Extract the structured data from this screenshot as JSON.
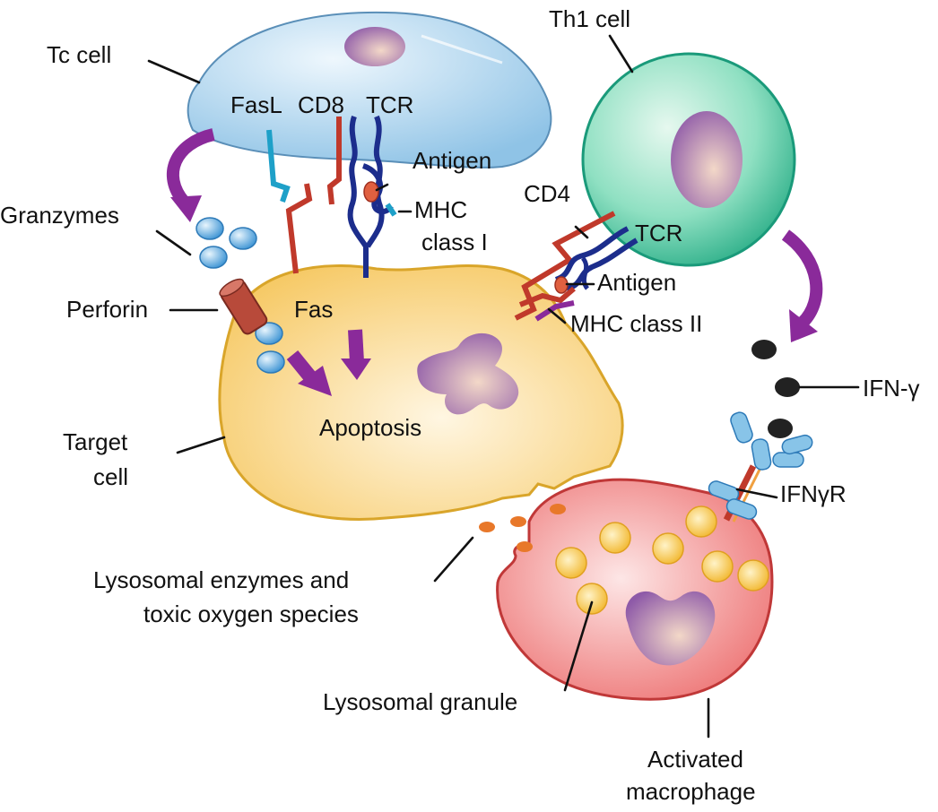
{
  "labels": {
    "tc_cell": "Tc cell",
    "th1_cell": "Th1 cell",
    "fasl": "FasL",
    "cd8": "CD8",
    "tcr_1": "TCR",
    "antigen_1": "Antigen",
    "mhc1_line1": "MHC",
    "mhc1_line2": "class I",
    "granzymes": "Granzymes",
    "cd4": "CD4",
    "tcr_2": "TCR",
    "antigen_2": "Antigen",
    "perforin": "Perforin",
    "fas": "Fas",
    "mhc2": "MHC class II",
    "ifn_gamma": "IFN-γ",
    "apoptosis": "Apoptosis",
    "target_line1": "Target",
    "target_line2": "cell",
    "ifngr": "IFNγR",
    "lyso_line1": "Lysosomal enzymes and",
    "lyso_line2": "toxic oxygen species",
    "lyso_granule": "Lysosomal granule",
    "macro_line1": "Activated",
    "macro_line2": "macrophage"
  },
  "colors": {
    "tc_cell": "#bcdcf0",
    "th1_cell": "#5fc8a8",
    "target_cell": "#f8d684",
    "macrophage": "#f08080",
    "nucleus": "#a57ab8",
    "arrow": "#8a2a9a",
    "granzyme": "#5aaee0",
    "perforin": "#b84a3a",
    "tcr": "#1c2d8c",
    "fas": "#c0392b",
    "fasl": "#1ea0c8",
    "mhc2": "#8a2a9a",
    "ifn": "#222222",
    "granule": "#f6cb52",
    "enzyme": "#e8782a"
  }
}
